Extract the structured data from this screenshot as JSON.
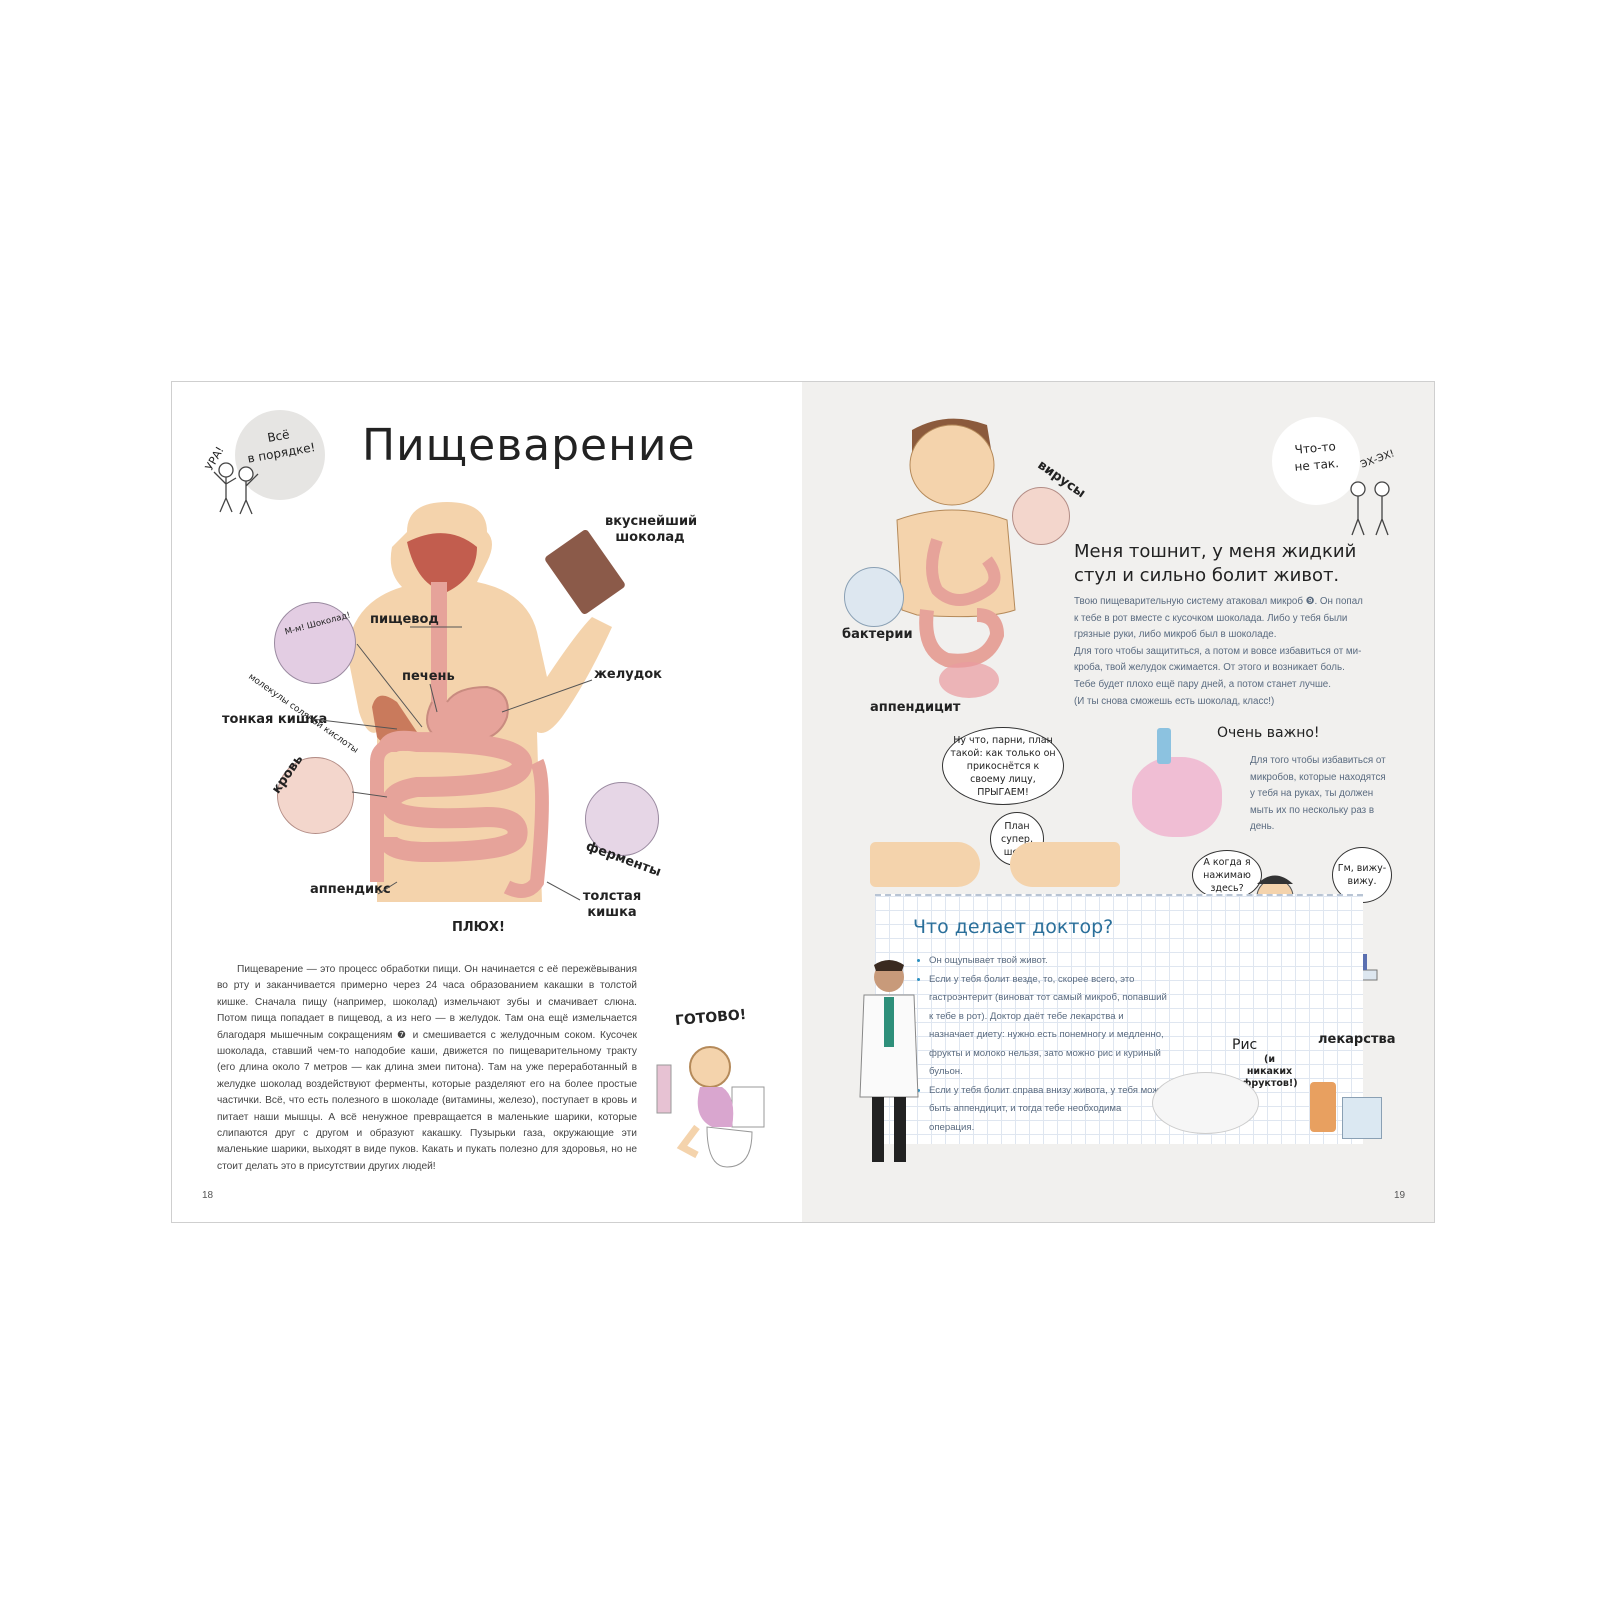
{
  "left": {
    "title": "Пищеварение",
    "bubble": {
      "line1": "Всё",
      "line2": "в порядке!"
    },
    "kid_shout": "УРА!",
    "labels": {
      "chocolate": "вкуснейший шоколад",
      "esophagus": "пищевод",
      "liver": "печень",
      "stomach": "желудок",
      "small_intestine": "тонкая кишка",
      "blood": "кровь",
      "enzymes": "ферменты",
      "appendix": "аппендикс",
      "large_intestine": "толстая кишка",
      "plop": "ПЛЮХ!",
      "acid_molecules": "молекулы соляной кислоты",
      "acid_speech": "М-м! Шоколад!",
      "done": "ГОТОВО!"
    },
    "paragraph": "Пищеварение — это процесс обработки пищи. Он начинается с её пережёвывания во рту и заканчивается примерно через 24 часа образованием какашки в толстой кишке. Сначала пищу (например, шоколад) измельчают зубы и смачивает слюна. Потом пища попадает в пищевод, а из него — в желудок. Там она ещё измельчается благодаря мышечным сокращениям ❼ и смешивается с желудочным соком. Кусочек шоколада, ставший чем-то наподобие каши, движется по пищеварительному тракту (его длина около 7 метров — как длина змеи питона). Там на уже переработанный в желудке шоколад воздействуют ферменты, которые разделяют его на более простые частички. Всё, что есть полезного в шоколаде (витамины, железо), поступает в кровь и питает наши мышцы. А всё ненужное превращается в маленькие шарики, которые слипаются друг с другом и образуют какашку. Пузырьки газа, окружающие эти маленькие шарики, выходят в виде пуков. Какать и пукать полезно для здоровья, но не стоит делать это в присутствии других людей!",
    "page_number": "18"
  },
  "right": {
    "bubble": {
      "line1": "Что-то",
      "line2": "не так."
    },
    "kid_shout": "ЭХ-ЭХ!",
    "labels": {
      "viruses": "вирусы",
      "bacteria": "бактерии",
      "appendicitis": "аппендицит",
      "very_important": "Очень важно!",
      "rice": "Рис",
      "rice_note": "(и никаких фруктов!)",
      "medicine": "лекарства"
    },
    "heading": "Меня тошнит, у меня жидкий стул и сильно болит живот.",
    "text_lines": [
      "Твою пищеварительную систему атаковал микроб ❾. Он попал",
      "к тебе в рот вместе с кусочком шоколада. Либо у тебя были",
      "грязные руки, либо микроб был в шоколаде.",
      "Для того чтобы защититься, а потом и вовсе избавиться от ми-",
      "кроба, твой желудок сжимается. От этого и возникает боль.",
      "Тебе будет плохо ещё пару дней, а потом станет лучше.",
      "(И ты снова сможешь есть шоколад, класс!)"
    ],
    "speech_microbes": "Ну что, парни, план такой: как только он прикоснётся к своему лицу, ПРЫГАЕМ!",
    "speech_plan": "План супер, шеф!",
    "wash_text": "Для того чтобы избавиться от микробов, которые находятся у тебя на руках, ты должен мыть их по нескольку раз в день.",
    "speech_doctor": "А когда я нажимаю здесь?",
    "speech_patient": "Гм, вижу-вижу.",
    "doctor_card": {
      "title": "Что делает доктор?",
      "items": [
        "Он ощупывает твой живот.",
        "Если у тебя болит везде, то, скорее всего, это гастроэнтерит (виноват тот самый микроб, попавший к тебе в рот). Доктор даёт тебе лекарства и назначает диету: нужно есть понемногу и медленно, фрукты и молоко нельзя, зато можно рис и куриный бульон.",
        "Если у тебя болит справа внизу живота, у тебя может быть аппендицит, и тогда тебе необходима операция."
      ]
    },
    "page_number": "19"
  },
  "colors": {
    "skin": "#f4d3ac",
    "gut": "#e6a39a",
    "accent_blue": "#2a6f9a",
    "bubble_grey": "#e6e5e3"
  }
}
